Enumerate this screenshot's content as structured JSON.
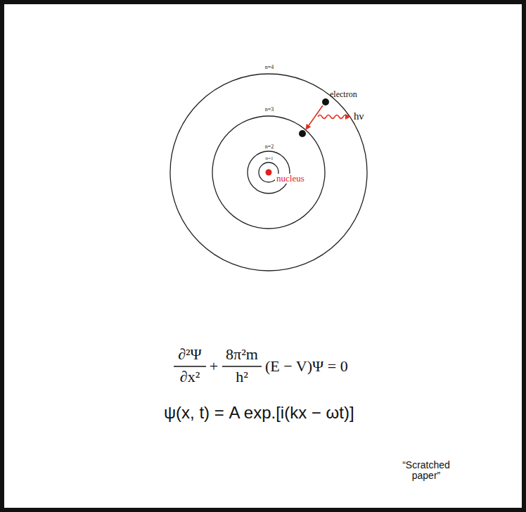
{
  "diagram": {
    "labels": [
      "n=4",
      "n=3",
      "n=2",
      "n=1",
      "electron",
      "hν",
      "nucleus",
      "∂²Ψ",
      "∂x²",
      "+",
      "8π²m",
      "h²",
      "(E − V)Ψ = 0",
      "ψ(x, t) = A exp.[i(kx − ωt)]",
      "“Scratched paper”"
    ]
  }
}
